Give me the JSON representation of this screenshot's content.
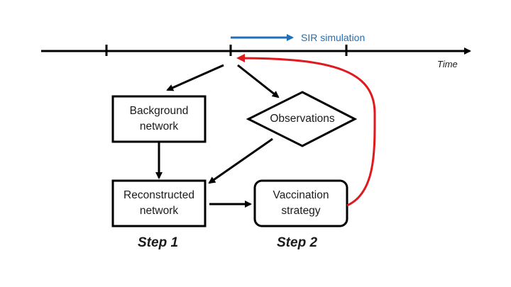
{
  "colors": {
    "ink": "#000000",
    "sir_arrow": "#1f6fba",
    "feedback_arrow": "#e0191e"
  },
  "timeline": {
    "sir_label": "SIR simulation",
    "time_label": "Time"
  },
  "nodes": {
    "background": {
      "line1": "Background",
      "line2": "network"
    },
    "observations": {
      "label": "Observations"
    },
    "reconstructed": {
      "line1": "Reconstructed",
      "line2": "network"
    },
    "vaccination": {
      "line1": "Vaccination",
      "line2": "strategy"
    }
  },
  "steps": {
    "step1": "Step 1",
    "step2": "Step 2"
  }
}
